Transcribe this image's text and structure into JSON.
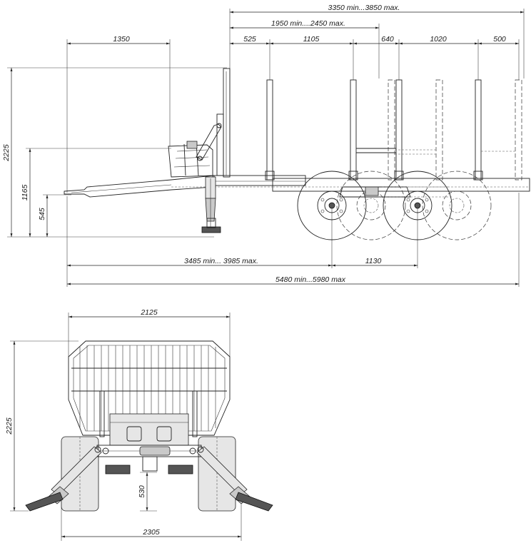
{
  "side_view": {
    "dims": {
      "top_total": "3350 min...3850 max.",
      "second": "1950 min....2450 max.",
      "drawbar": "1350",
      "d525": "525",
      "d1105": "1105",
      "d640": "640",
      "d1020": "1020",
      "d500": "500",
      "height_2225": "2225",
      "height_1165": "1165",
      "height_545": "545",
      "bottom_3485": "3485 min... 3985 max.",
      "bottom_1130": "1130",
      "overall": "5480 min...5980 max"
    }
  },
  "rear_view": {
    "dims": {
      "width_2125": "2125",
      "height_2225": "2225",
      "clearance_530": "530",
      "track_2305": "2305"
    }
  }
}
